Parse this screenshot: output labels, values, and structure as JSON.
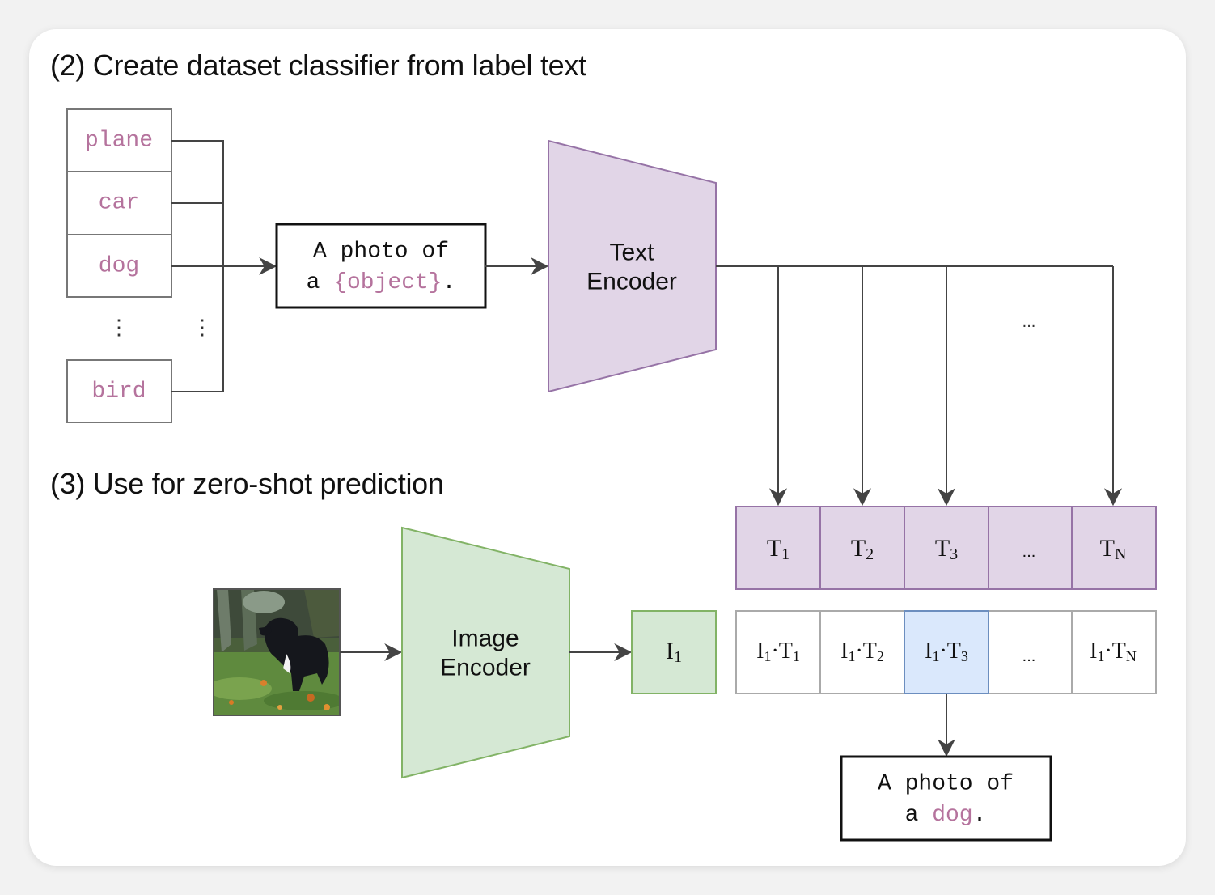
{
  "section2": {
    "title": "(2) Create dataset classifier from label text"
  },
  "section3": {
    "title": "(3) Use for zero-shot prediction"
  },
  "labels": [
    "plane",
    "car",
    "dog",
    "bird"
  ],
  "ellipsis_vertical": "⋮",
  "template": {
    "line1": "A photo of",
    "line2_prefix": "a ",
    "placeholder": "{object}",
    "line2_suffix": "."
  },
  "text_encoder": {
    "line1": "Text",
    "line2": "Encoder",
    "fill": "#e1d5e7",
    "stroke": "#9673a6"
  },
  "image_encoder": {
    "line1": "Image",
    "line2": "Encoder",
    "fill": "#d5e8d4",
    "stroke": "#82b366"
  },
  "image_embedding": {
    "base": "I",
    "sub": "1"
  },
  "text_embeddings": [
    {
      "base": "T",
      "sub": "1"
    },
    {
      "base": "T",
      "sub": "2"
    },
    {
      "base": "T",
      "sub": "3"
    },
    {
      "base": "",
      "sub": "",
      "ellipsis": "..."
    },
    {
      "base": "T",
      "sub": "N"
    }
  ],
  "products": [
    {
      "a": "I",
      "asub": "1",
      "b": "T",
      "bsub": "1"
    },
    {
      "a": "I",
      "asub": "1",
      "b": "T",
      "bsub": "2"
    },
    {
      "a": "I",
      "asub": "1",
      "b": "T",
      "bsub": "3",
      "highlight": true
    },
    {
      "ellipsis": "..."
    },
    {
      "a": "I",
      "asub": "1",
      "b": "T",
      "bsub": "N"
    }
  ],
  "arrows_ellipsis": "...",
  "prediction": {
    "line1": "A photo of",
    "line2_prefix": "a ",
    "word": "dog",
    "line2_suffix": "."
  },
  "colors": {
    "label_pink": "#b5739d",
    "highlight_fill": "#dae8fc",
    "highlight_stroke": "#6c8ebf"
  }
}
